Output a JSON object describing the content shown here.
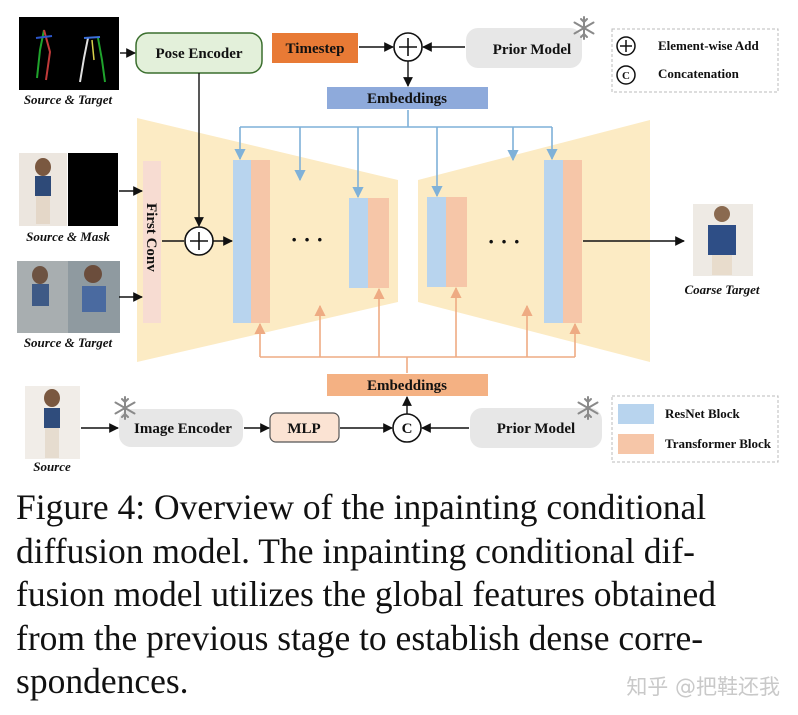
{
  "figure": {
    "inputs": {
      "pose_caption": "Source & Target",
      "mask_caption": "Source & Mask",
      "pair_caption": "Source & Target",
      "source_caption": "Source",
      "output_caption": "Coarse Target"
    },
    "blocks": {
      "pose_encoder": "Pose Encoder",
      "timestep": "Timestep",
      "prior_model_top": "Prior Model",
      "embeddings_top": "Embeddings",
      "first_conv": "First Conv",
      "embeddings_bottom": "Embeddings",
      "image_encoder": "Image Encoder",
      "mlp": "MLP",
      "prior_model_bottom": "Prior Model",
      "concat_symbol": "C",
      "dots": "· · ·"
    },
    "legend_ops": [
      {
        "symbol": "plus",
        "label": "Element-wise Add"
      },
      {
        "symbol": "C",
        "label": "Concatenation"
      }
    ],
    "legend_blocks": [
      {
        "label": "ResNet Block",
        "color": "#b8d4ee"
      },
      {
        "label": "Transformer Block",
        "color": "#f6c6a8"
      }
    ],
    "colors": {
      "timestep": "#e87a35",
      "embeddings_top": "#8eaadb",
      "embeddings_bottom": "#f4b183",
      "unet": "#fcebc4",
      "pose_encoder_fill": "#e3f0da",
      "pose_encoder_stroke": "#3b6f2e",
      "gray_box": "#e7e7e7",
      "mlp_fill": "#fbe3d3"
    }
  },
  "caption": {
    "lines": [
      "Figure 4: Overview of the inpainting conditional",
      "diffusion model.  The inpainting conditional dif-",
      "fusion model utilizes the global features obtained",
      "from the previous stage to establish dense corre-",
      "spondences."
    ]
  },
  "watermark": "知乎 @把鞋还我"
}
